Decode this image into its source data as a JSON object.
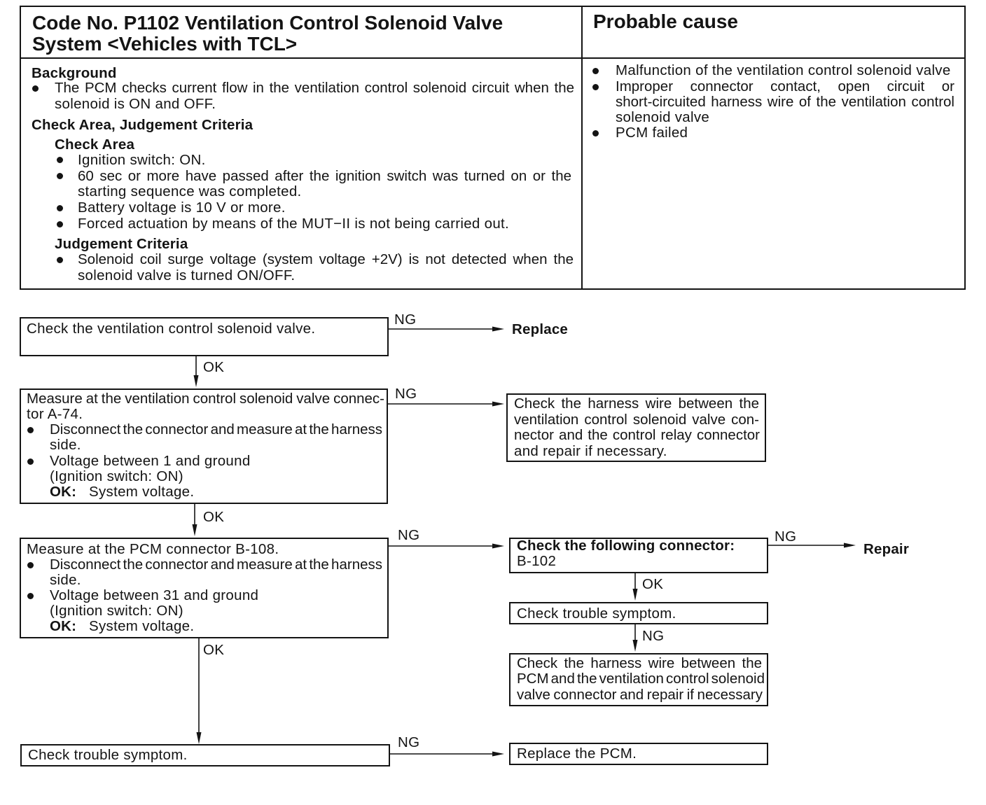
{
  "table": {
    "code_title_lines": [
      "Code No. P1102 Ventilation Control Solenoid Valve",
      "System <Vehicles with TCL>"
    ],
    "probable_cause_heading": "Probable cause",
    "background": {
      "heading": "Background",
      "items": [
        {
          "lines": [
            "The PCM checks current flow in the ventilation control solenoid circuit when the",
            "solenoid is ON and OFF."
          ]
        }
      ]
    },
    "criteria_section_heading": "Check Area, Judgement Criteria",
    "check_area": {
      "heading": "Check Area",
      "items": [
        {
          "lines": [
            "Ignition switch: ON."
          ]
        },
        {
          "lines": [
            "60 sec or more have passed after the ignition switch was turned on or the",
            "starting sequence was completed."
          ]
        },
        {
          "lines": [
            "Battery voltage is 10 V or more."
          ]
        },
        {
          "lines": [
            "Forced actuation by means of the MUT−II is not being carried out."
          ]
        }
      ]
    },
    "judgement_criteria": {
      "heading": "Judgement Criteria",
      "items": [
        {
          "lines": [
            "Solenoid coil surge voltage (system voltage +2V) is not detected when the",
            "solenoid valve is turned ON/OFF."
          ]
        }
      ]
    },
    "probable_causes": [
      {
        "lines": [
          "Malfunction of the ventilation control solenoid valve"
        ]
      },
      {
        "lines": [
          "Improper connector contact, open circuit or",
          "short-circuited harness wire of the ventilation control",
          "solenoid valve"
        ]
      },
      {
        "lines": [
          "PCM failed"
        ]
      }
    ]
  },
  "flowchart": {
    "step1": {
      "lines": [
        "Check the ventilation control solenoid valve."
      ],
      "ng_label": "NG",
      "ng_result": "Replace",
      "ok_label": "OK"
    },
    "step2": {
      "lines": [
        "Measure at the ventilation control solenoid valve connec-",
        "tor A-74."
      ],
      "bullets": [
        {
          "lines": [
            "Disconnect the connector and measure at the harness",
            "side."
          ]
        },
        {
          "lines": [
            "Voltage between 1 and ground",
            "(Ignition switch: ON)"
          ]
        }
      ],
      "ok_criterion": {
        "label": "OK:",
        "value": "System voltage."
      },
      "ng_label": "NG",
      "ng_result_lines": [
        "Check the harness wire between the",
        "ventilation control solenoid valve con-",
        "nector and the control relay connector",
        "and repair if necessary."
      ],
      "ok_label": "OK"
    },
    "step3": {
      "lines": [
        "Measure at the PCM connector B-108."
      ],
      "bullets": [
        {
          "lines": [
            "Disconnect the connector and measure at the harness",
            "side."
          ]
        },
        {
          "lines": [
            "Voltage between 31 and ground",
            "(Ignition switch: ON)"
          ]
        }
      ],
      "ok_criterion": {
        "label": "OK:",
        "value": "System voltage."
      },
      "ng_label": "NG",
      "ok_label": "OK",
      "ng_branch": {
        "connector_check_lines": [
          "Check the following connector:",
          "B-102"
        ],
        "ng_label": "NG",
        "ng_result": "Repair",
        "ok_label": "OK",
        "symptom_check": "Check trouble symptom.",
        "symptom_ng_label": "NG",
        "symptom_ng_result_lines": [
          "Check the harness wire between the",
          "PCM and the ventilation control solenoid",
          "valve connector and repair if necessary"
        ]
      }
    },
    "step4": {
      "lines": [
        "Check trouble symptom."
      ],
      "ng_label": "NG",
      "ng_result": "Replace the PCM."
    }
  }
}
